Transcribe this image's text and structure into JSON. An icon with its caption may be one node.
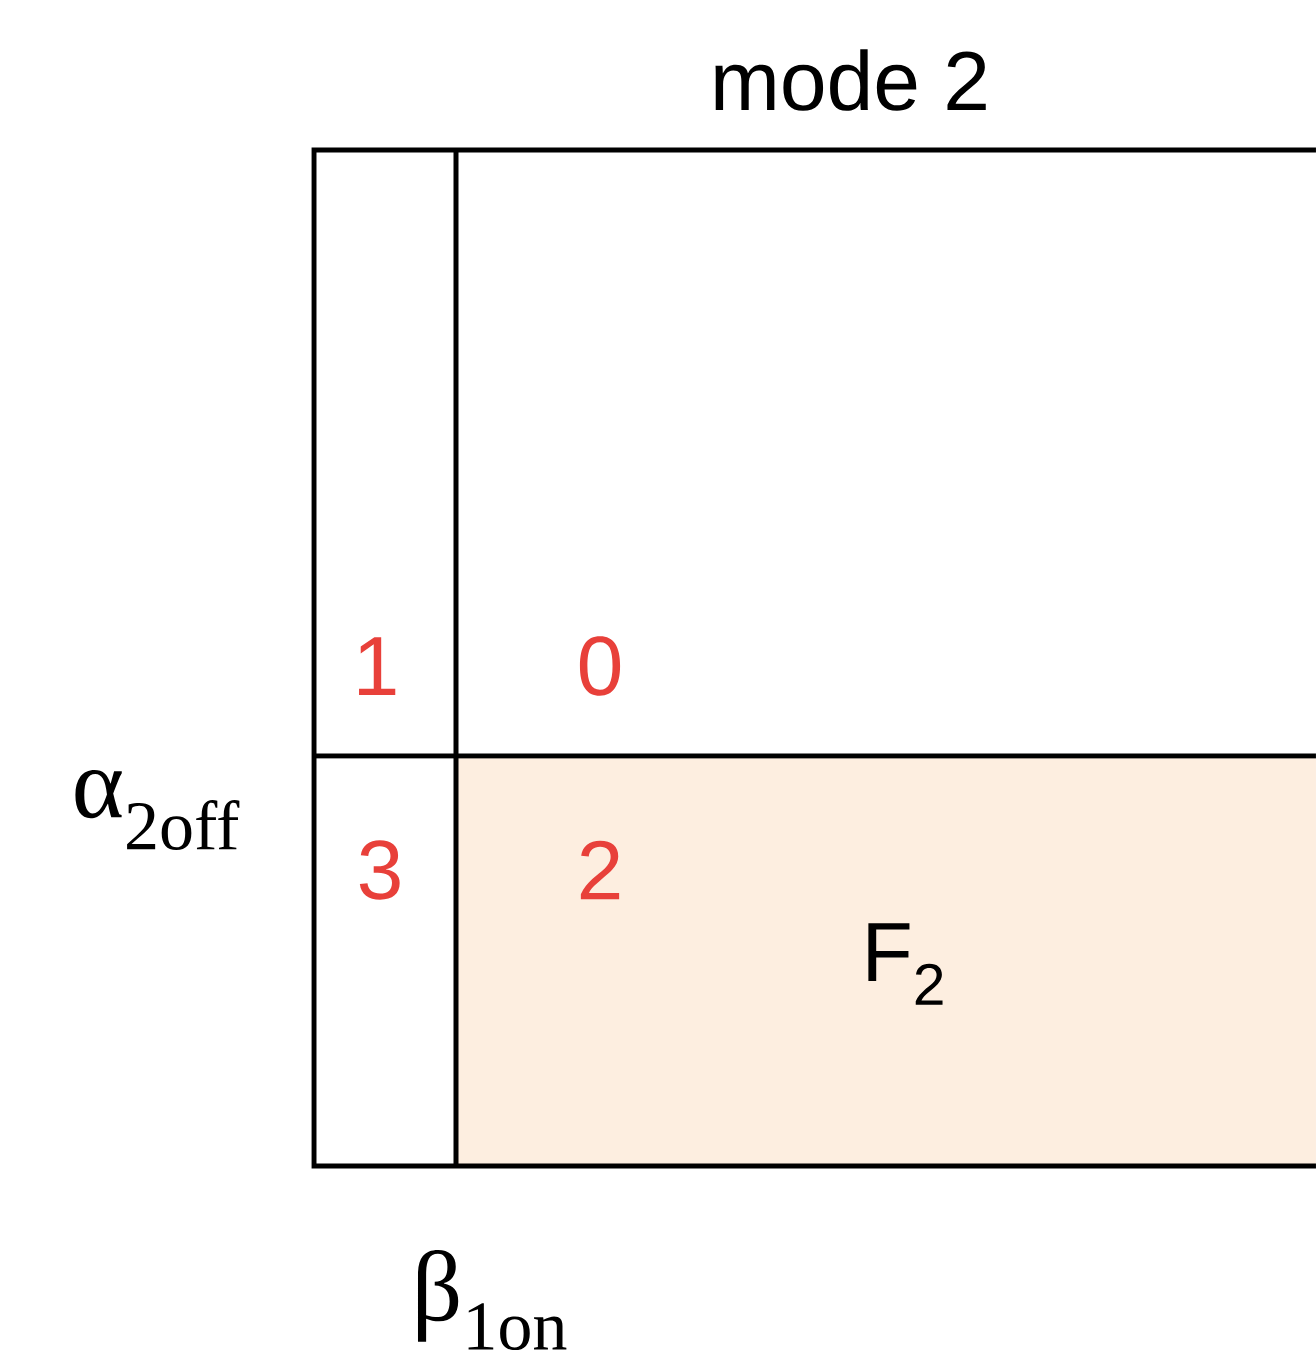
{
  "diagram": {
    "nodes": [
      {
        "text": [
          "1"
        ]
      },
      {
        "text": [
          "0"
        ]
      },
      {
        "text": [
          "3"
        ]
      },
      {
        "text": [
          "2",
          "F$_{2}$"
        ]
      }
    ],
    "labels": [
      "mode 2",
      "α$_{2off}$",
      "β$_{1on}$"
    ]
  }
}
